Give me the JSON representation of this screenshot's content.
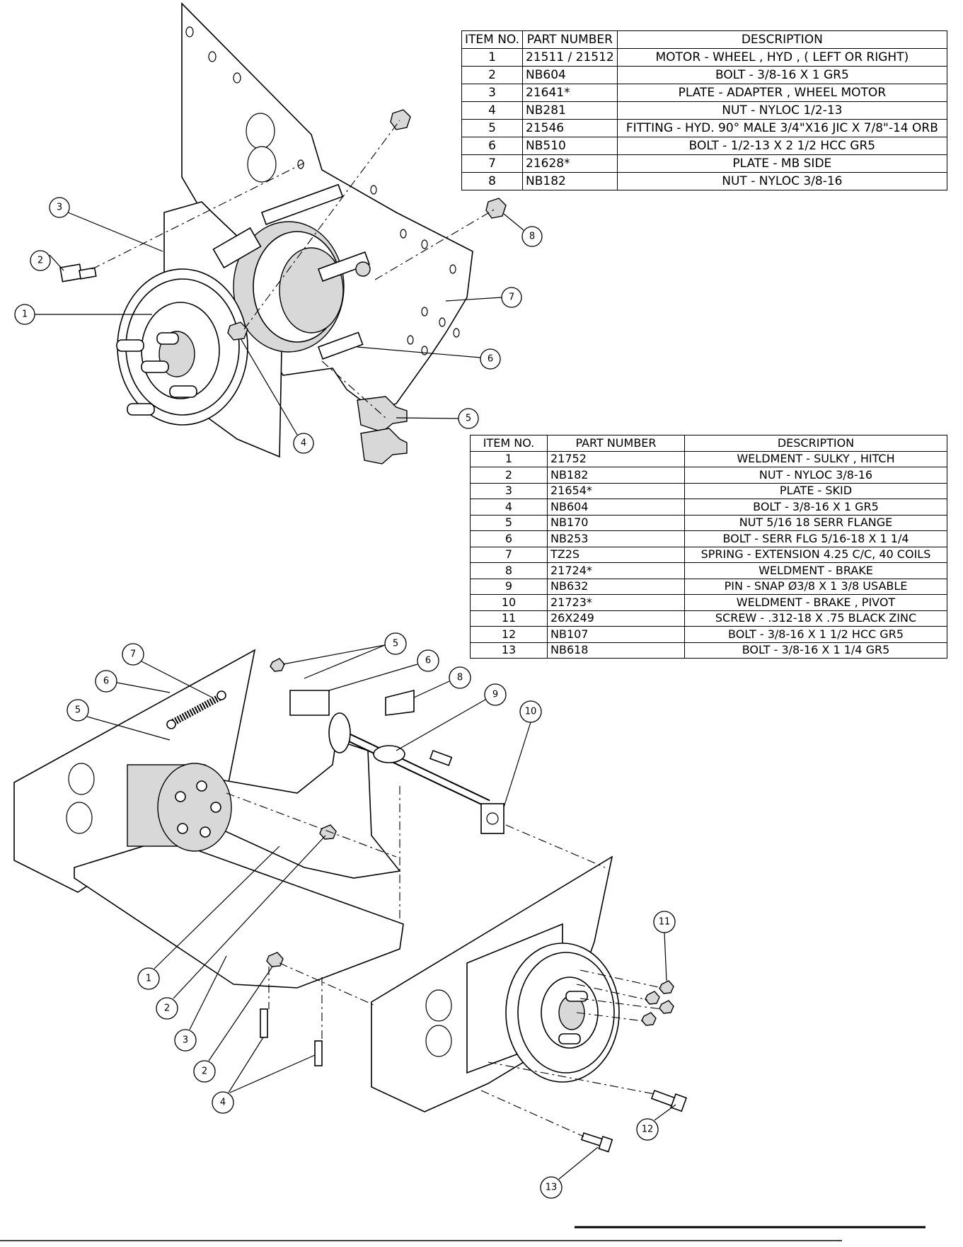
{
  "table_top": {
    "headers": [
      "ITEM NO.",
      "PART NUMBER",
      "DESCRIPTION"
    ],
    "rows": [
      [
        "1",
        "21511 / 21512",
        "MOTOR - WHEEL , HYD , ( LEFT OR RIGHT)"
      ],
      [
        "2",
        "NB604",
        "BOLT - 3/8-16 X 1 GR5"
      ],
      [
        "3",
        "21641*",
        "PLATE - ADAPTER , WHEEL MOTOR"
      ],
      [
        "4",
        "NB281",
        "NUT - NYLOC 1/2-13"
      ],
      [
        "5",
        "21546",
        "FITTING - HYD. 90° MALE 3/4\"X16 JIC X  7/8\"-14 ORB"
      ],
      [
        "6",
        "NB510",
        "BOLT - 1/2-13 X 2 1/2 HCC GR5"
      ],
      [
        "7",
        "21628*",
        "PLATE - MB SIDE"
      ],
      [
        "8",
        "NB182",
        "NUT - NYLOC 3/8-16"
      ]
    ]
  },
  "table_bottom": {
    "headers": [
      "ITEM NO.",
      "PART NUMBER",
      "DESCRIPTION"
    ],
    "rows": [
      [
        "1",
        "21752",
        "WELDMENT - SULKY , HITCH"
      ],
      [
        "2",
        "NB182",
        "NUT - NYLOC 3/8-16"
      ],
      [
        "3",
        "21654*",
        "PLATE - SKID"
      ],
      [
        "4",
        "NB604",
        "BOLT - 3/8-16 X 1 GR5"
      ],
      [
        "5",
        "NB170",
        "NUT   5/16 18 SERR FLANGE"
      ],
      [
        "6",
        "NB253",
        "BOLT - SERR FLG 5/16-18 X 1 1/4"
      ],
      [
        "7",
        "TZ2S",
        "SPRING - EXTENSION 4.25 C/C, 40 COILS"
      ],
      [
        "8",
        "21724*",
        "WELDMENT - BRAKE"
      ],
      [
        "9",
        "NB632",
        "PIN - SNAP Ø3/8 X 1 3/8 USABLE"
      ],
      [
        "10",
        "21723*",
        "WELDMENT - BRAKE , PIVOT"
      ],
      [
        "11",
        "26X249",
        "SCREW - .312-18 X .75 BLACK ZINC"
      ],
      [
        "12",
        "NB107",
        "BOLT - 3/8-16 X 1 1/2 HCC GR5"
      ],
      [
        "13",
        "NB618",
        "BOLT - 3/8-16 X 1 1/4 GR5"
      ]
    ]
  },
  "balloons_top": [
    "3",
    "2",
    "1",
    "4",
    "5",
    "6",
    "7",
    "8"
  ],
  "balloons_bottom": [
    "7",
    "6",
    "5",
    "5",
    "6",
    "8",
    "9",
    "10",
    "1",
    "2",
    "3",
    "2",
    "4",
    "11",
    "12",
    "13"
  ]
}
